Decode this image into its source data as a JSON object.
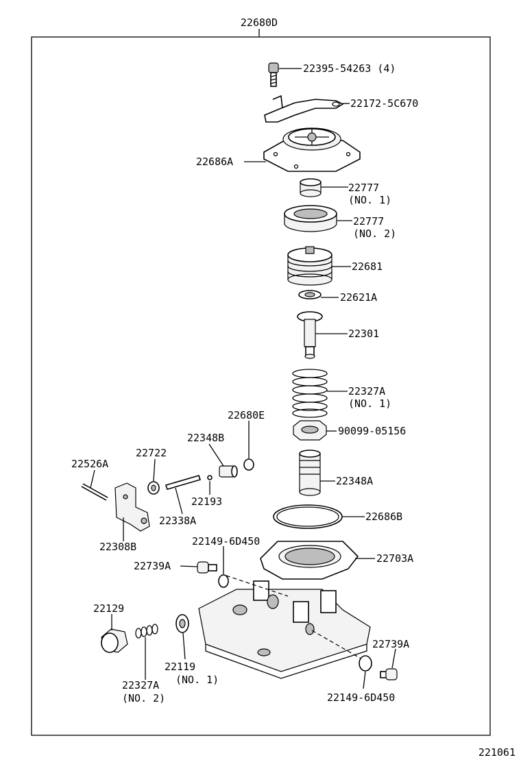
{
  "assembly_number": "22680D",
  "figure_number": "221061",
  "parts": [
    {
      "num": "22395-54263 (4)"
    },
    {
      "num": "22172-5C670"
    },
    {
      "num": "22686A"
    },
    {
      "num": "22777",
      "sub": "(NO. 1)"
    },
    {
      "num": "22777",
      "sub": "(NO. 2)"
    },
    {
      "num": "22681"
    },
    {
      "num": "22621A"
    },
    {
      "num": "22301"
    },
    {
      "num": "22327A",
      "sub": "(NO. 1)"
    },
    {
      "num": "90099-05156"
    },
    {
      "num": "22680E"
    },
    {
      "num": "22348B"
    },
    {
      "num": "22722"
    },
    {
      "num": "22526A"
    },
    {
      "num": "22193"
    },
    {
      "num": "22338A"
    },
    {
      "num": "22348A"
    },
    {
      "num": "22686B"
    },
    {
      "num": "22308B"
    },
    {
      "num": "22149-6D450"
    },
    {
      "num": "22703A"
    },
    {
      "num": "22739A"
    },
    {
      "num": "22129"
    },
    {
      "num": "22739A"
    },
    {
      "num": "22119",
      "sub": "(NO. 1)"
    },
    {
      "num": "22327A",
      "sub": "(NO. 2)"
    },
    {
      "num": "22149-6D450"
    }
  ]
}
